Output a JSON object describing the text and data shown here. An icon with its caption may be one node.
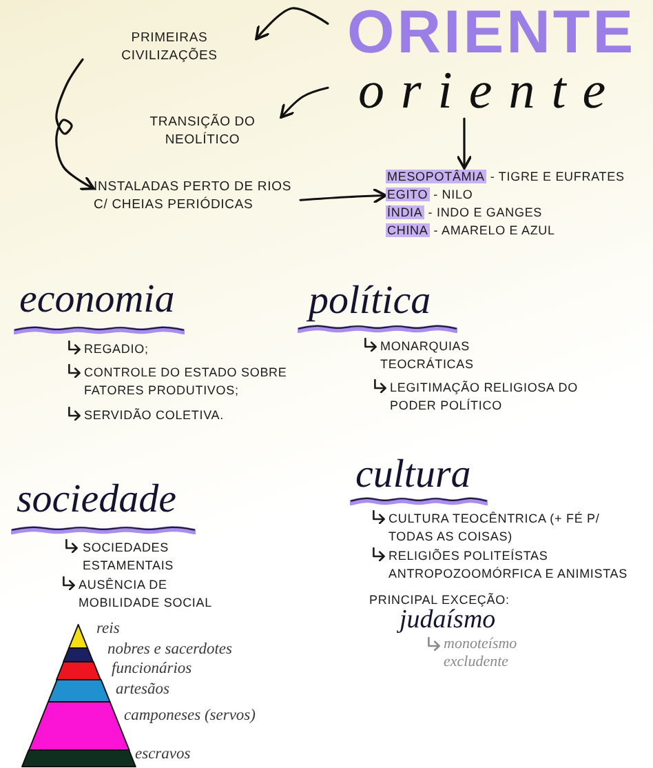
{
  "diagram": {
    "nodes": [
      {
        "text": [
          "ORIENTE",
          "oriente"
        ]
      },
      {
        "text": [
          "PRIMEIRAS CIVILIZAÇÕES"
        ]
      },
      {
        "text": [
          "TRANSIÇÃO DO NEOLÍTICO"
        ]
      },
      {
        "text": [
          "INSTALADAS PERTO DE RIOS C/ CHEIAS PERIÓDICAS"
        ]
      },
      {
        "text": [
          "MESOPOTÂMIA",
          "- TIGRE E EUFRATES",
          "EGITO",
          "- NILO",
          "ÍNDIA",
          "- INDO E GANGES",
          "CHINA",
          "- AMARELO E AZUL"
        ]
      },
      {
        "text": [],
        "shape": "triangle",
        "beside": [
          "reis"
        ]
      },
      {
        "text": [],
        "shape": "trapezoid",
        "beside": [
          "nobres e sacerdotes"
        ]
      },
      {
        "text": [],
        "shape": "trapezoid",
        "beside": [
          "funcionários"
        ]
      },
      {
        "text": [],
        "shape": "trapezoid",
        "beside": [
          "artesãos"
        ]
      },
      {
        "text": [],
        "shape": "trapezoid",
        "beside": [
          "camponeses (servos)"
        ]
      },
      {
        "text": [],
        "shape": "trapezoid",
        "beside": [
          "escravos"
        ]
      }
    ],
    "edges": [
      {
        "from": 0,
        "to": 1,
        "arrow": "to"
      },
      {
        "from": 0,
        "to": 2,
        "arrow": "to"
      },
      {
        "from": 0,
        "to": 4,
        "arrow": "to"
      },
      {
        "from": 1,
        "to": 3,
        "arrow": "to"
      },
      {
        "from": 3,
        "to": 4,
        "arrow": "to"
      }
    ],
    "labels": [
      "economia",
      "REGADIO;",
      "CONTROLE DO ESTADO SOBRE FATORES PRODUTIVOS;",
      "SERVIDÃO COLETIVA.",
      "política",
      "MONARQUIAS TEOCRÁTICAS",
      "LEGITIMAÇÃO RELIGIOSA DO PODER POLÍTICO",
      "sociedade",
      "SOCIEDADES ESTAMENTAIS",
      "AUSÊNCIA DE MOBILIDADE SOCIAL",
      "cultura",
      "CULTURA TEOCÊNTRICA (+ FÉ P/ TODAS AS COISAS)",
      "RELIGIÕES POLITEÍSTAS ANTROPOZOOMÓRFICA E ANIMISTAS",
      "PRINCIPAL EXCEÇÃO:",
      "judaísmo",
      "monoteísmo excludente"
    ]
  }
}
